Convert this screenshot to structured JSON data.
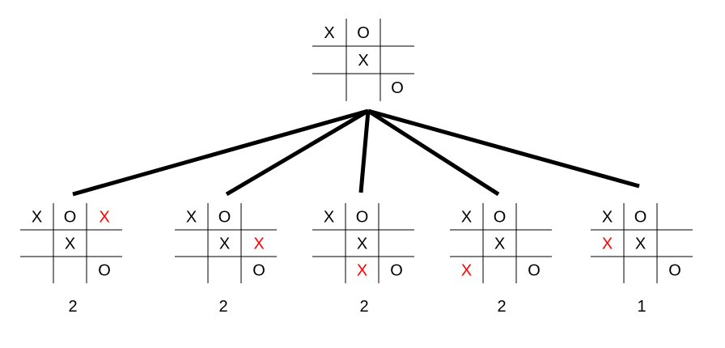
{
  "colors": {
    "existing_mark": "#000000",
    "new_move": "#ff0000",
    "lines": "#000000"
  },
  "root": {
    "cells": [
      [
        "X",
        "O",
        ""
      ],
      [
        "",
        "X",
        ""
      ],
      [
        "",
        "",
        "O"
      ]
    ]
  },
  "children": [
    {
      "cells": [
        [
          "X",
          "O",
          "X"
        ],
        [
          "",
          "X",
          ""
        ],
        [
          "",
          "",
          "O"
        ]
      ],
      "new_move": [
        0,
        2
      ],
      "score": "2"
    },
    {
      "cells": [
        [
          "X",
          "O",
          ""
        ],
        [
          "",
          "X",
          "X"
        ],
        [
          "",
          "",
          "O"
        ]
      ],
      "new_move": [
        1,
        2
      ],
      "score": "2"
    },
    {
      "cells": [
        [
          "X",
          "O",
          ""
        ],
        [
          "",
          "X",
          ""
        ],
        [
          "",
          "X",
          "O"
        ]
      ],
      "new_move": [
        2,
        1
      ],
      "score": "2"
    },
    {
      "cells": [
        [
          "X",
          "O",
          ""
        ],
        [
          "",
          "X",
          ""
        ],
        [
          "X",
          "",
          "O"
        ]
      ],
      "new_move": [
        2,
        0
      ],
      "score": "2"
    },
    {
      "cells": [
        [
          "X",
          "O",
          ""
        ],
        [
          "X",
          "X",
          ""
        ],
        [
          "",
          "",
          "O"
        ]
      ],
      "new_move": [
        1,
        0
      ],
      "score": "1"
    }
  ]
}
